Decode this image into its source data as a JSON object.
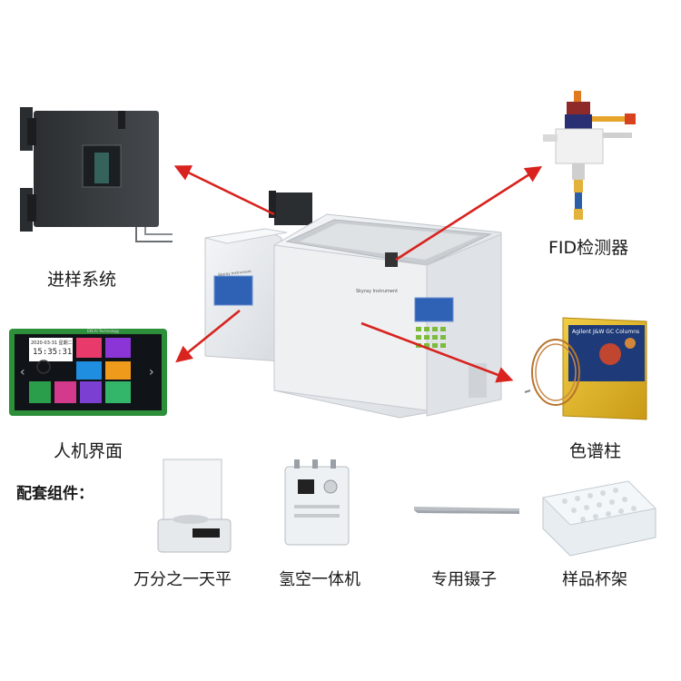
{
  "labels": {
    "sampling": "进样系统",
    "fid": "FID检测器",
    "hmi": "人机界面",
    "column": "色谱柱",
    "accessories_title": "配套组件：",
    "balance": "万分之一天平",
    "hydrogen_air": "氢空一体机",
    "tweezers": "专用镊子",
    "sample_rack": "样品杯架"
  },
  "screen": {
    "date": "2020-03-31",
    "weekday": "星期二",
    "time": "15:35:31",
    "brand": "EKCAI Technology"
  },
  "column_box": {
    "line1": "Agilent J&W GC Columns"
  },
  "instrument": {
    "brand_text": "Skyray Instrument"
  },
  "colors": {
    "arrow": "#d8231e",
    "body": "#e9ecef",
    "window": "#2f62b5",
    "gold": "#e2b62a"
  }
}
